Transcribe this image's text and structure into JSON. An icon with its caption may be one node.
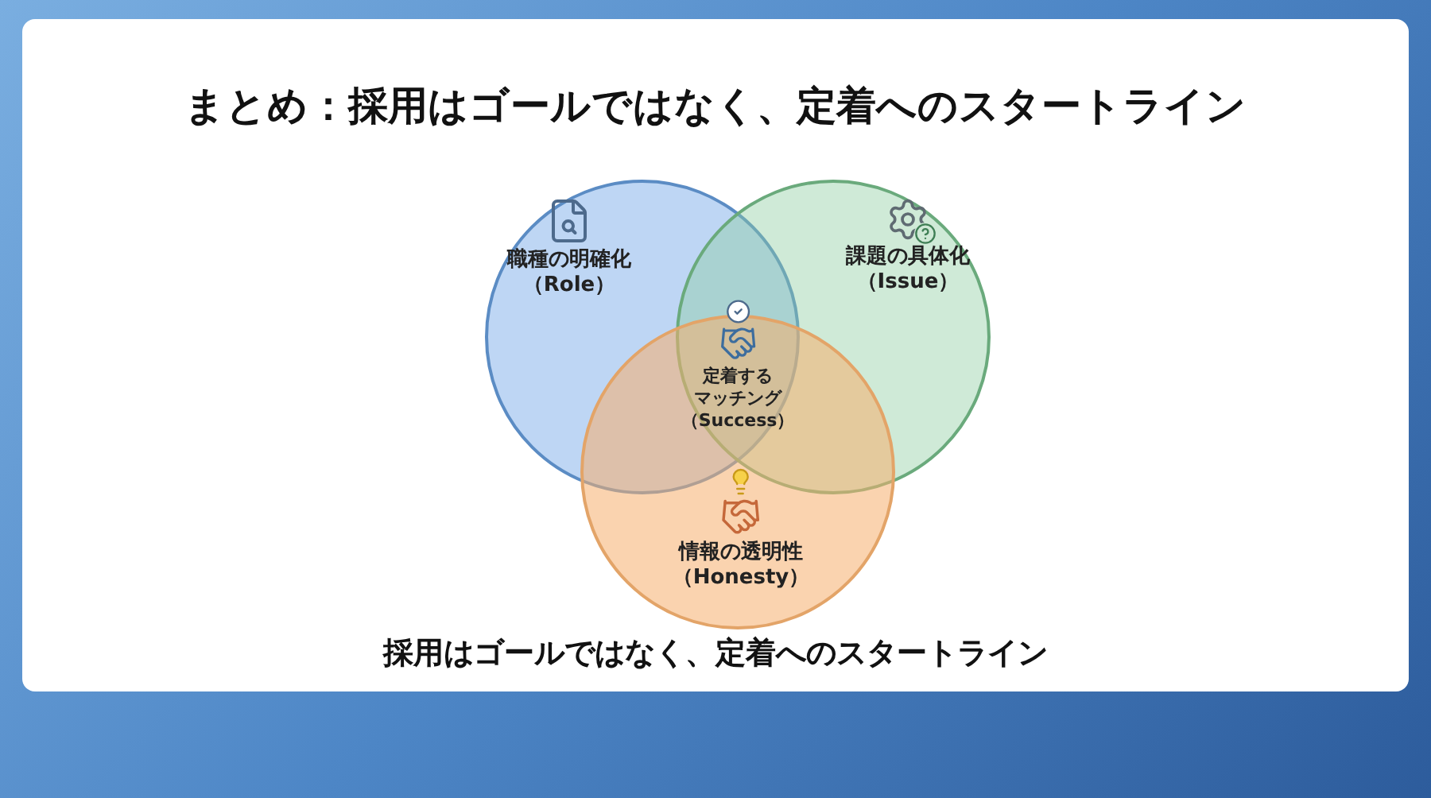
{
  "diagram": {
    "title": "まとめ：採用はゴールではなく、定着へのスタートライン",
    "nodes": [
      {
        "text": [
          "職種の明確化",
          "（Role）"
        ]
      },
      {
        "text": [
          "課題の具体化",
          "（Issue）"
        ]
      },
      {
        "text": [
          "情報の透明性",
          "（Honesty）"
        ]
      },
      {
        "text": [
          "定着するマッチング",
          "（Success）"
        ]
      }
    ],
    "edges": [],
    "caption": "採用はゴールではなく、定着へのスタートライン"
  }
}
